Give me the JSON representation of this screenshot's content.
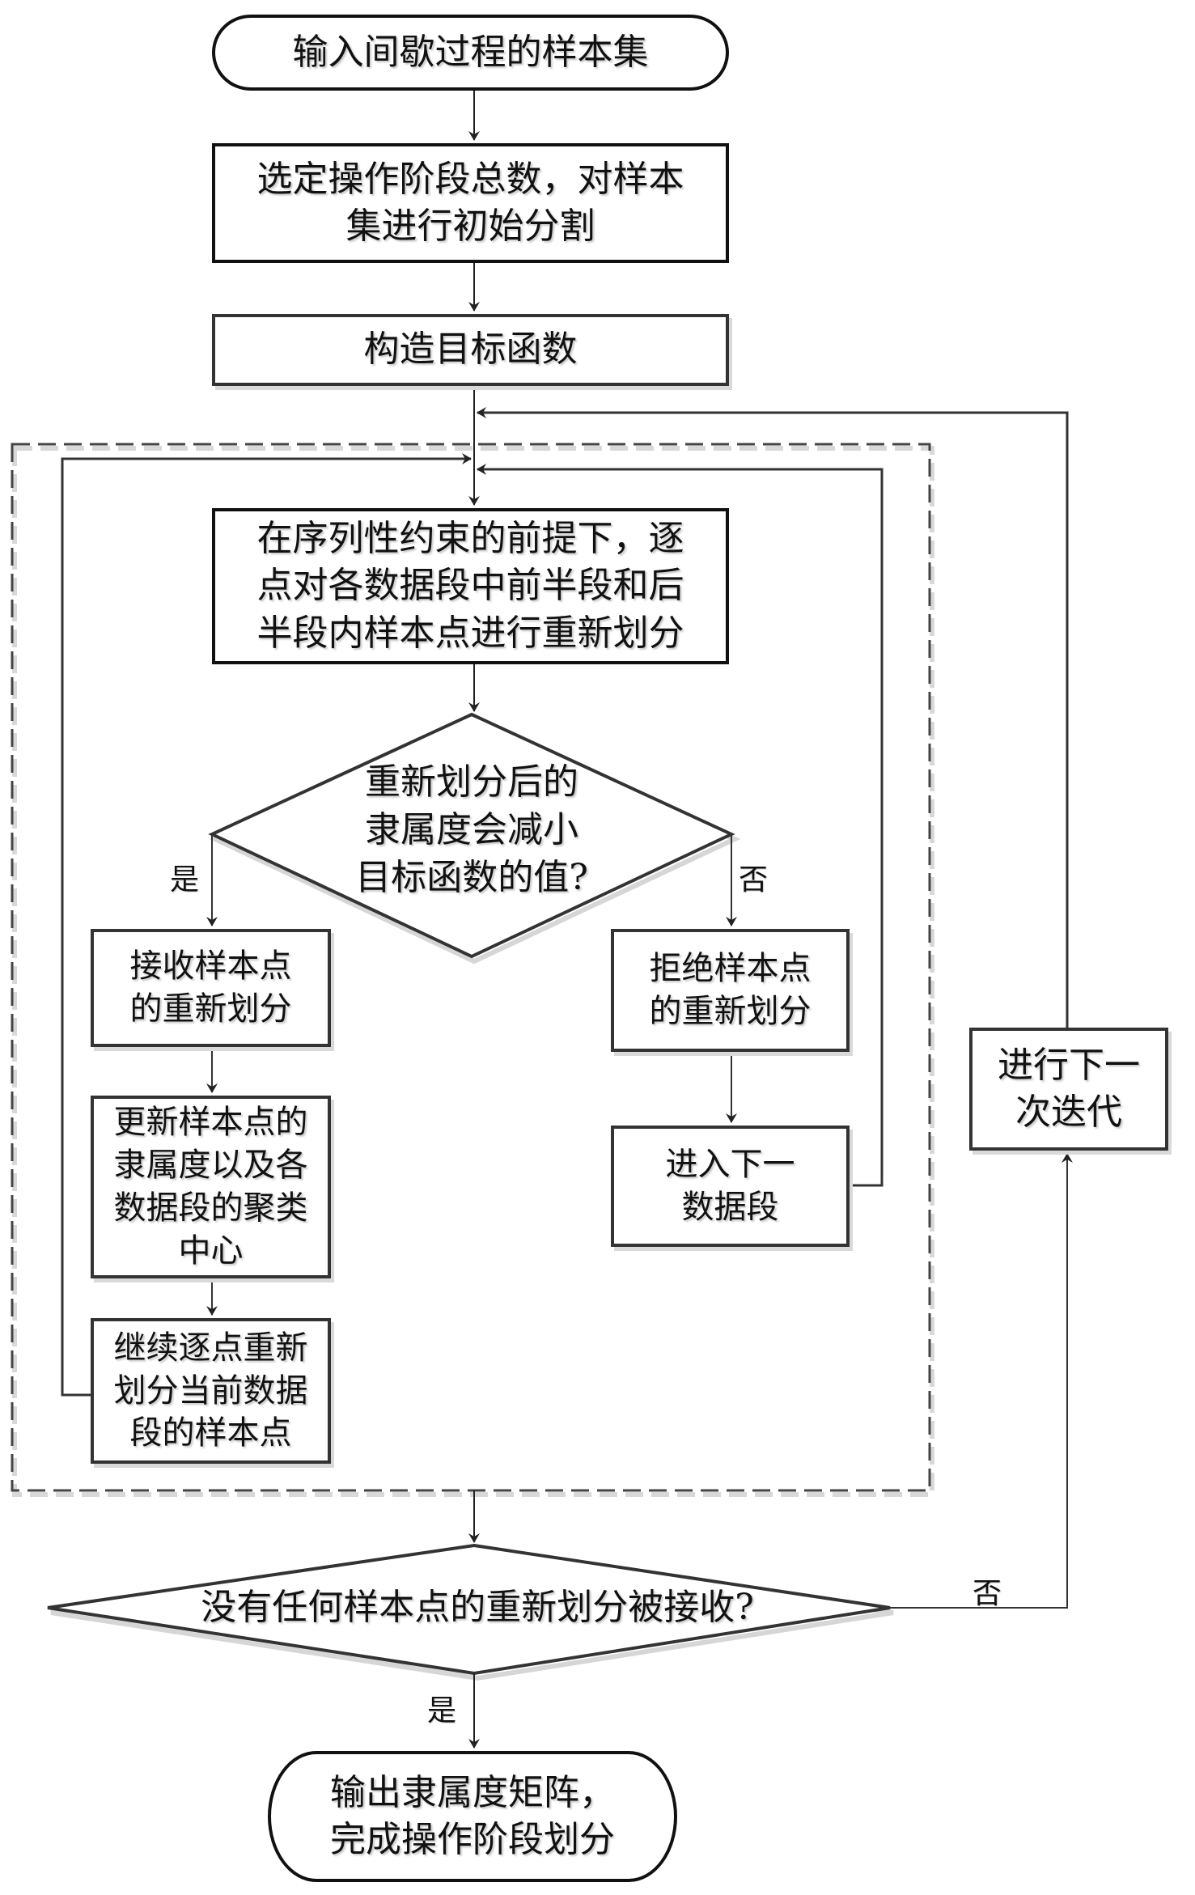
{
  "nodes": {
    "start": "输入间歇过程的样本集",
    "init_split": "选定操作阶段总数，对样本集进行初始分割",
    "build_objective": "构造目标函数",
    "repartition": "在序列性约束的前提下，逐点对各数据段中前半段和后半段内样本点进行重新划分",
    "decision_reduce": "重新划分后的隶属度会减小目标函数的值?",
    "accept": "接收样本点的重新划分",
    "update": "更新样本点的隶属度以及各数据段的聚类中心",
    "continue": "继续逐点重新划分当前数据段的样本点",
    "reject": "拒绝样本点的重新划分",
    "next_segment": "进入下一数据段",
    "next_iteration": "进行下一次迭代",
    "decision_none_accepted": "没有任何样本点的重新划分被接收?",
    "end": "输出隶属度矩阵，完成操作阶段划分"
  },
  "node_lines": {
    "init_split": [
      "选定操作阶段总数，对样本",
      "集进行初始分割"
    ],
    "repartition": [
      "在序列性约束的前提下，逐",
      "点对各数据段中前半段和后",
      "半段内样本点进行重新划分"
    ],
    "decision_reduce": [
      "重新划分后的",
      "隶属度会减小",
      "目标函数的值?"
    ],
    "accept": [
      "接收样本点",
      "的重新划分"
    ],
    "update": [
      "更新样本点的",
      "隶属度以及各",
      "数据段的聚类",
      "中心"
    ],
    "continue": [
      "继续逐点重新",
      "划分当前数据",
      "段的样本点"
    ],
    "reject": [
      "拒绝样本点",
      "的重新划分"
    ],
    "next_segment": [
      "进入下一",
      "数据段"
    ],
    "next_iteration": [
      "进行下一",
      "次迭代"
    ],
    "end": [
      "输出隶属度矩阵，",
      "完成操作阶段划分"
    ]
  },
  "edge_labels": {
    "yes_inner": "是",
    "no_inner": "否",
    "no_outer": "否",
    "yes_outer": "是"
  },
  "colors": {
    "line": "#333333",
    "shadow": "#d9d9d9",
    "dashed_group": "#444444"
  }
}
